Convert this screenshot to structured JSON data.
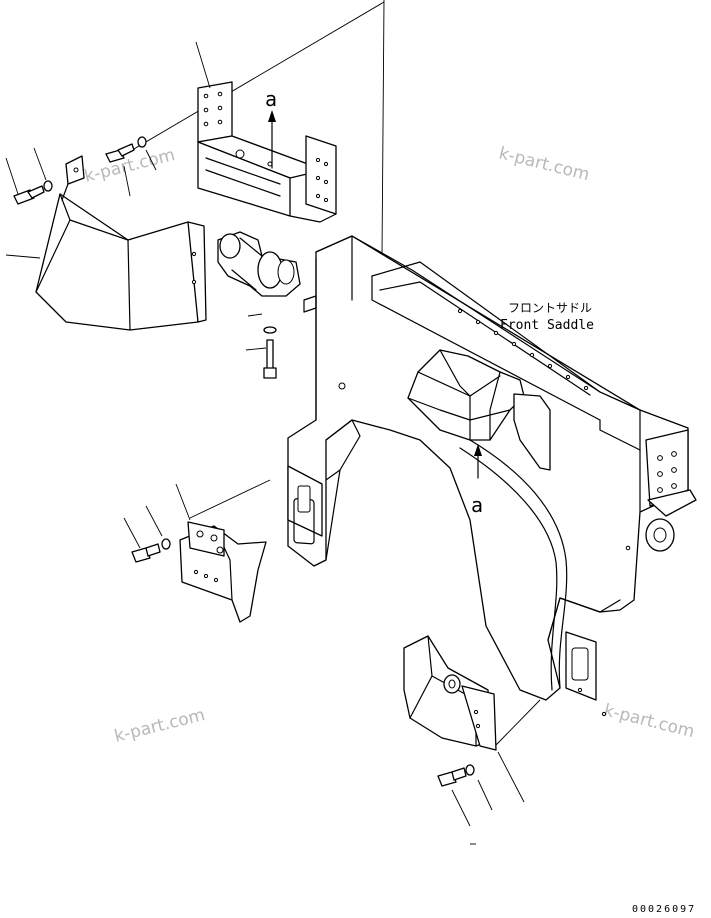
{
  "labels": {
    "saddle_jp": "フロントサドル",
    "saddle_en": "Front Saddle",
    "view_marker_top": "a",
    "view_marker_bottom": "a"
  },
  "watermarks": [
    "k-part.com",
    "k-part.com",
    "k-part.com",
    "k-part.com"
  ],
  "document_number": "00026097"
}
